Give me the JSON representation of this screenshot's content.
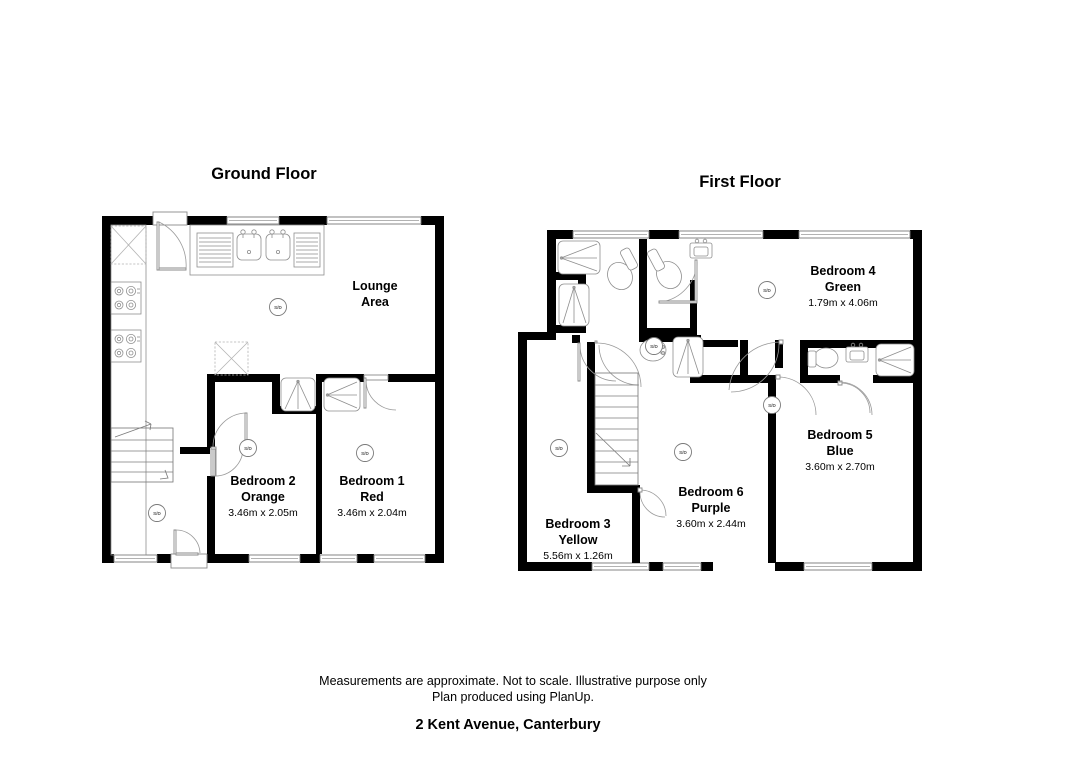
{
  "document": {
    "type": "floor-plan",
    "address": "2 Kent Avenue, Canterbury",
    "disclaimer_line1": "Measurements are approximate. Not to scale. Illustrative purpose only",
    "disclaimer_line2": "Plan produced using PlanUp.",
    "background_color": "#ffffff",
    "wall_color": "#000000",
    "fixture_color": "#8e8e8e"
  },
  "floors": [
    {
      "id": "ground",
      "title": "Ground Floor",
      "rooms": [
        {
          "id": "lounge-area",
          "name_line1": "Lounge",
          "name_line2": "Area",
          "dimensions": ""
        },
        {
          "id": "bedroom-2",
          "name_line1": "Bedroom 2",
          "name_line2": "Orange",
          "dimensions": "3.46m x 2.05m"
        },
        {
          "id": "bedroom-1",
          "name_line1": "Bedroom 1",
          "name_line2": "Red",
          "dimensions": "3.46m x 2.04m"
        }
      ],
      "detector_label": "S/D",
      "detector_count": 4
    },
    {
      "id": "first",
      "title": "First Floor",
      "rooms": [
        {
          "id": "bedroom-4",
          "name_line1": "Bedroom 4",
          "name_line2": "Green",
          "dimensions": "1.79m x 4.06m"
        },
        {
          "id": "bedroom-5",
          "name_line1": "Bedroom 5",
          "name_line2": "Blue",
          "dimensions": "3.60m x 2.70m"
        },
        {
          "id": "bedroom-6",
          "name_line1": "Bedroom 6",
          "name_line2": "Purple",
          "dimensions": "3.60m x 2.44m"
        },
        {
          "id": "bedroom-3",
          "name_line1": "Bedroom 3",
          "name_line2": "Yellow",
          "dimensions": "5.56m x 1.26m"
        }
      ],
      "detector_label": "S/D",
      "detector_count": 5
    }
  ],
  "fixtures": {
    "ground": [
      "kitchen-counter",
      "sink",
      "sink",
      "hob",
      "hob",
      "fridge",
      "washer",
      "shower",
      "shower",
      "staircase"
    ],
    "first": [
      "shower",
      "shower",
      "shower",
      "shower",
      "shower",
      "toilet",
      "toilet",
      "toilet",
      "basin",
      "basin",
      "basin",
      "bath",
      "staircase"
    ]
  }
}
